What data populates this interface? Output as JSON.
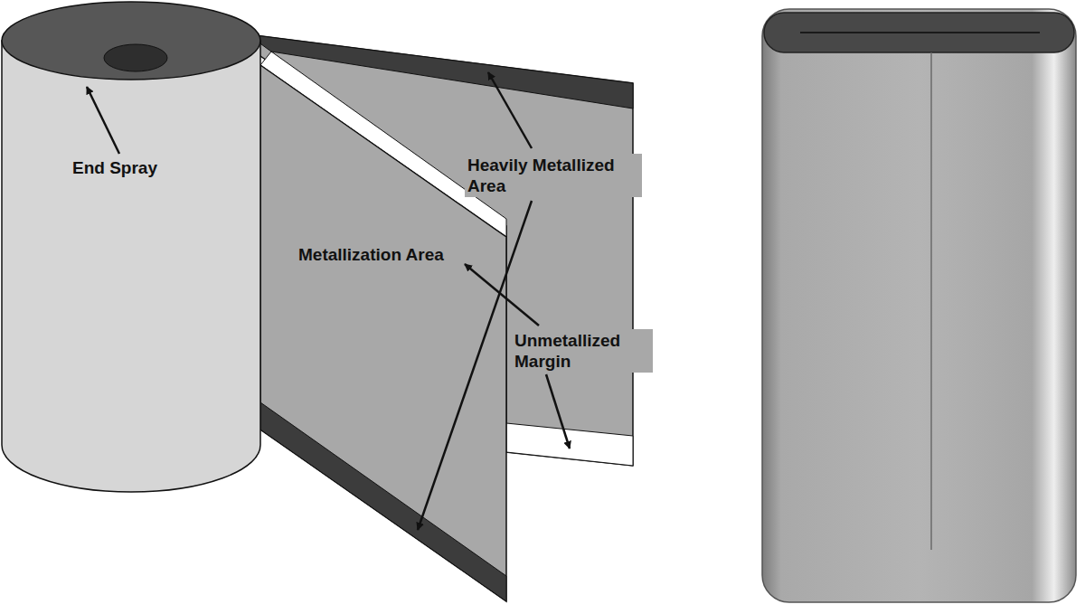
{
  "diagram": {
    "labels": [
      "End Spray",
      "Heavily Metallized Area",
      "Metallization Area",
      "Unmetallized Margin"
    ]
  }
}
